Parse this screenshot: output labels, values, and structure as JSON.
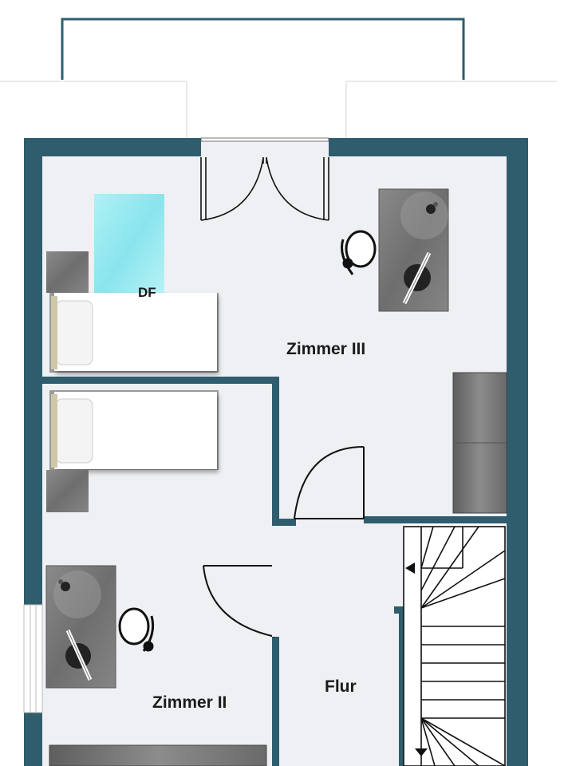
{
  "rooms": {
    "zimmer3": "Zimmer III",
    "zimmer2": "Zimmer II",
    "flur": "Flur"
  },
  "annotations": {
    "skylight": "DF"
  },
  "colors": {
    "wall": "#2f5d6e",
    "floor": "#eef0f3",
    "furniture_gray": "#7c7c7c",
    "skylight": "#8be9f0",
    "balcony_rail": "#2f5d6e"
  },
  "icons": [
    "bed-icon",
    "desk-icon",
    "office-chair-icon",
    "nightstand-icon",
    "wardrobe-icon",
    "door-swing-icon",
    "staircase-icon",
    "skylight-icon",
    "balcony-railing-icon"
  ]
}
